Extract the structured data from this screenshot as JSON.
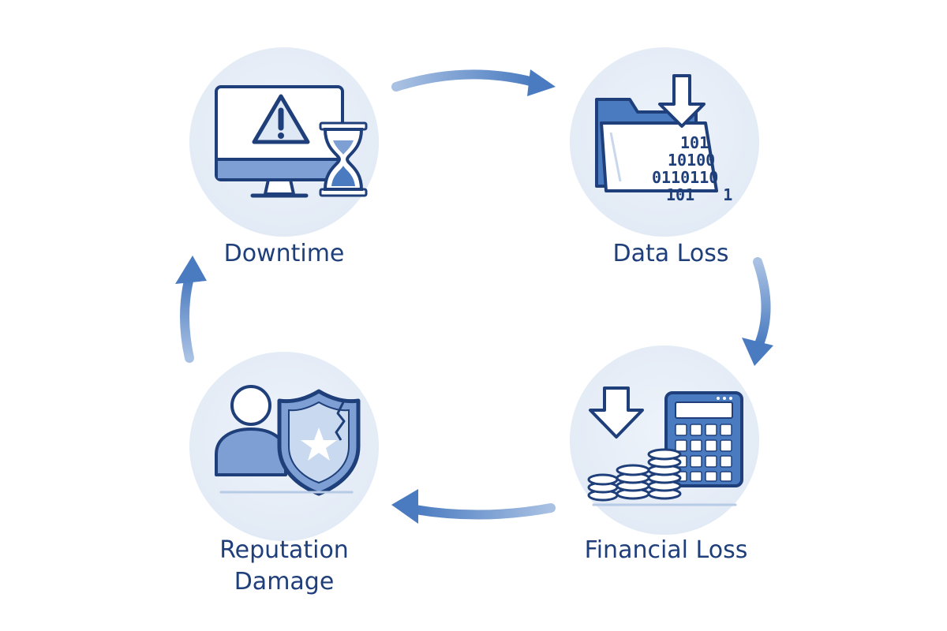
{
  "nodes": {
    "downtime": {
      "label": "Downtime",
      "icon": "monitor-warning-hourglass-icon"
    },
    "data_loss": {
      "label": "Data Loss",
      "icon": "folder-binary-download-icon",
      "binary_rows": [
        "101",
        "10100",
        "0110110",
        "101   1"
      ]
    },
    "financial_loss": {
      "label": "Financial Loss",
      "icon": "calculator-coins-down-arrow-icon"
    },
    "reputation_damage": {
      "label_line1": "Reputation",
      "label_line2": "Damage",
      "icon": "person-cracked-shield-icon"
    }
  },
  "colors": {
    "primary": "#1f3f7a",
    "accent": "#3f6fb5",
    "fill_light": "#7d9fd3",
    "circle_bg": "#e3ebf6",
    "arrow_start": "#a9c1e3",
    "arrow_end": "#4a7bc0"
  }
}
